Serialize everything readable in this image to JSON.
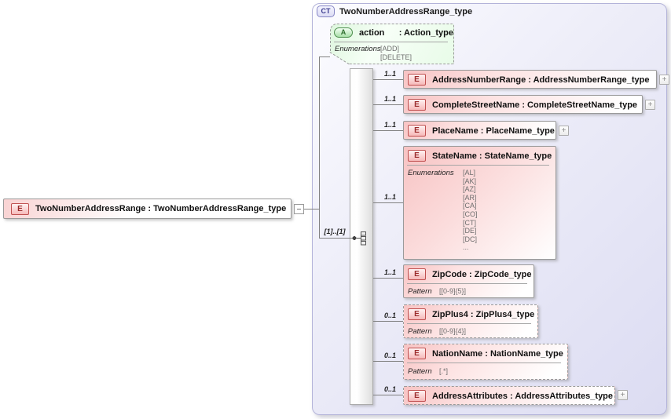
{
  "diagram": {
    "icons": {
      "element": "E",
      "attribute": "A",
      "complex_type": "CT",
      "expand": "+"
    },
    "root_element": {
      "label": "TwoNumberAddressRange : TwoNumberAddressRange_type"
    },
    "complex_type": {
      "badge": "CT",
      "title": "TwoNumberAddressRange_type",
      "attribute": {
        "name": "action",
        "type": ": Action_type",
        "facet_label": "Enumerations",
        "facet_values": [
          "[ADD]",
          "[DELETE]"
        ]
      },
      "sequence_cardinality": "[1]..[1]",
      "children": [
        {
          "label": "AddressNumberRange : AddressNumberRange_type",
          "cardinality": "1..1"
        },
        {
          "label": "CompleteStreetName : CompleteStreetName_type",
          "cardinality": "1..1"
        },
        {
          "label": "PlaceName : PlaceName_type",
          "cardinality": "1..1"
        },
        {
          "label": "StateName : StateName_type",
          "cardinality": "1..1",
          "facet_label": "Enumerations",
          "facet_values": [
            "[AL]",
            "[AK]",
            "[AZ]",
            "[AR]",
            "[CA]",
            "[CO]",
            "[CT]",
            "[DE]",
            "[DC]",
            "..."
          ]
        },
        {
          "label": "ZipCode : ZipCode_type",
          "cardinality": "1..1",
          "facet_label": "Pattern",
          "facet_values": [
            "[[0-9]{5}]"
          ]
        },
        {
          "label": "ZipPlus4 : ZipPlus4_type",
          "cardinality": "0..1",
          "facet_label": "Pattern",
          "facet_values": [
            "[[0-9]{4}]"
          ]
        },
        {
          "label": "NationName : NationName_type",
          "cardinality": "0..1",
          "facet_label": "Pattern",
          "facet_values": [
            "[.*]"
          ]
        },
        {
          "label": "AddressAttributes : AddressAttributes_type",
          "cardinality": "0..1"
        }
      ]
    },
    "colors": {
      "element_fill": "#f7c3c3",
      "element_border": "#9a9a9a",
      "attribute_fill": "#ddf6dd",
      "container_fill": "#dcdcf2",
      "container_border": "#b3b3d9",
      "badge_text": "#3d3d8f",
      "wire": "#808080"
    }
  }
}
